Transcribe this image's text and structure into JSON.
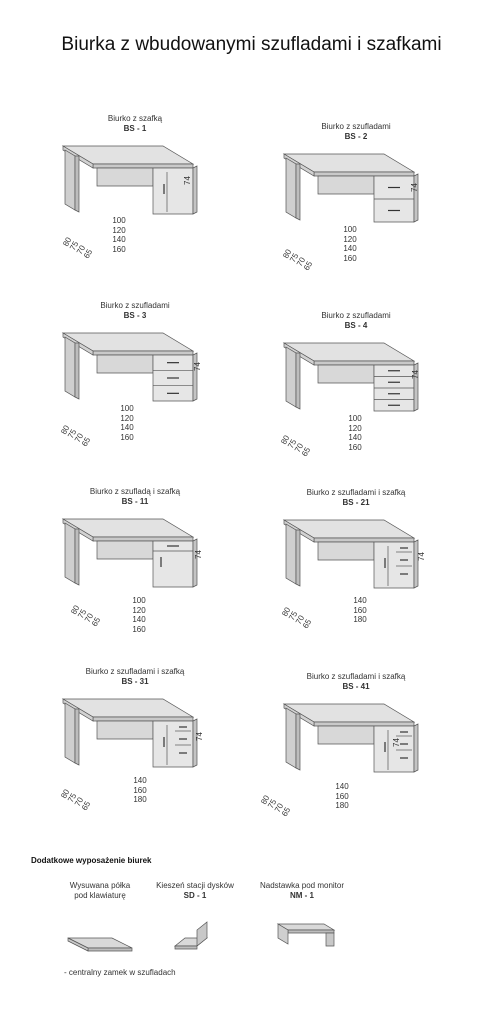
{
  "title": "Biurka z wbudowanymi szufladami i szafkami",
  "desks": [
    {
      "name": "Biurko z szafką",
      "code": "BS - 1",
      "widths": [
        "100",
        "120",
        "140",
        "160"
      ],
      "height": "74",
      "depths": [
        "65",
        "70",
        "75",
        "80"
      ]
    },
    {
      "name": "Biurko z szufladami",
      "code": "BS - 2",
      "widths": [
        "100",
        "120",
        "140",
        "160"
      ],
      "height": "74",
      "depths": [
        "65",
        "70",
        "75",
        "80"
      ]
    },
    {
      "name": "Biurko z szufladami",
      "code": "BS - 3",
      "widths": [
        "100",
        "120",
        "140",
        "160"
      ],
      "height": "74",
      "depths": [
        "65",
        "70",
        "75",
        "80"
      ]
    },
    {
      "name": "Biurko z szufladami",
      "code": "BS - 4",
      "widths": [
        "100",
        "120",
        "140",
        "160"
      ],
      "height": "74",
      "depths": [
        "65",
        "70",
        "75",
        "80"
      ]
    },
    {
      "name": "Biurko z szufladą i szafką",
      "code": "BS - 11",
      "widths": [
        "100",
        "120",
        "140",
        "160"
      ],
      "height": "74",
      "depths": [
        "65",
        "70",
        "75",
        "80"
      ]
    },
    {
      "name": "Biurko z szufladami i szafką",
      "code": "BS - 21",
      "widths": [
        "140",
        "160",
        "180"
      ],
      "height": "74",
      "depths": [
        "65",
        "70",
        "75",
        "80"
      ]
    },
    {
      "name": "Biurko z szufladami i szafką",
      "code": "BS - 31",
      "widths": [
        "140",
        "160",
        "180"
      ],
      "height": "74",
      "depths": [
        "65",
        "70",
        "75",
        "80"
      ]
    },
    {
      "name": "Biurko z szufladami i szafką",
      "code": "BS - 41",
      "widths": [
        "140",
        "160",
        "180"
      ],
      "height": "74",
      "depths": [
        "65",
        "70",
        "75",
        "80"
      ]
    }
  ],
  "extras_title": "Dodatkowe wyposażenie biurek",
  "accessories": [
    {
      "name1": "Wysuwana półka",
      "name2": "pod klawiaturę",
      "code": ""
    },
    {
      "name1": "Kieszeń stacji dysków",
      "name2": "",
      "code": "SD - 1"
    },
    {
      "name1": "Nadstawka pod monitor",
      "name2": "",
      "code": "NM - 1"
    }
  ],
  "footnote": "- centralny zamek w szufladach"
}
